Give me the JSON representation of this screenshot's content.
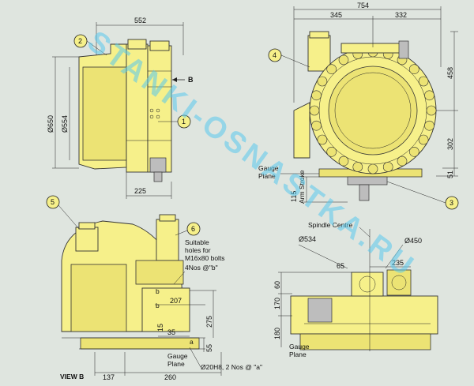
{
  "dimensions": {
    "top_width": "552",
    "top_overall": "754",
    "top_left": "345",
    "top_right": "332",
    "height_650": "Ø650",
    "height_554": "Ø554",
    "bottom_225": "225",
    "right_458": "458",
    "right_302": "302",
    "right_51": "51",
    "arm_stroke_value": "115",
    "arm_stroke_label": "Arm Stroke",
    "d534": "Ø534",
    "d450": "Ø450",
    "d65": "65",
    "d235": "235",
    "v60": "60",
    "v170": "170",
    "v180": "180",
    "d207": "207",
    "d275": "275",
    "d15": "15",
    "d35": "35",
    "d55": "55",
    "d137": "137",
    "d260": "260",
    "letter_b1": "b",
    "letter_b2": "b",
    "letter_a": "a"
  },
  "labels": {
    "view_b_arrow": "B",
    "gauge_plane_1": "Gauge\nPlane",
    "gauge_plane_2": "Gauge\nPlane",
    "gauge_plane_3": "Gauge\nPlane",
    "spindle_centre": "Spindle Centre",
    "bolt_holes_line1": "Suitable",
    "bolt_holes_line2": "holes for",
    "bolt_holes_line3": "M16x80 bolts",
    "bolt_holes_line4": "4Nos @\"b\"",
    "dowel_note": "Ø20H8, 2 Nos @ \"a\"",
    "view_b": "VIEW B"
  },
  "callouts": [
    "1",
    "2",
    "3",
    "4",
    "5",
    "6"
  ],
  "watermark": "STANKI-OSNASTKA.RU",
  "colors": {
    "background": "#dfe5df",
    "machine_fill": "#f6f08a",
    "watermark": "#58c8ec"
  }
}
